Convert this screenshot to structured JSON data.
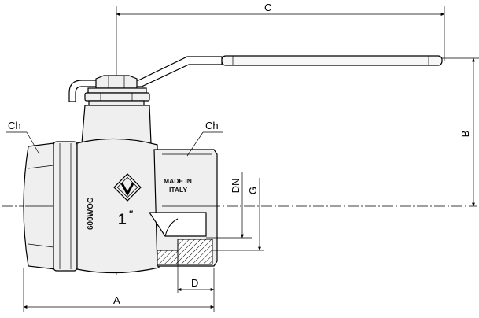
{
  "dimensions": {
    "A": "A",
    "B": "B",
    "C": "C",
    "D": "D",
    "DN": "DN",
    "G": "G",
    "Ch_left": "Ch",
    "Ch_right": "Ch"
  },
  "body_markings": {
    "pressure_rating": "600WOG",
    "made_in_line1": "MADE IN",
    "made_in_line2": "ITALY",
    "size": "1",
    "size_mark": "″",
    "logo": "V"
  },
  "colors": {
    "line": "#000000",
    "body_fill": "#efefef",
    "background": "#ffffff"
  },
  "icons": [
    "valve-logo-icon"
  ]
}
